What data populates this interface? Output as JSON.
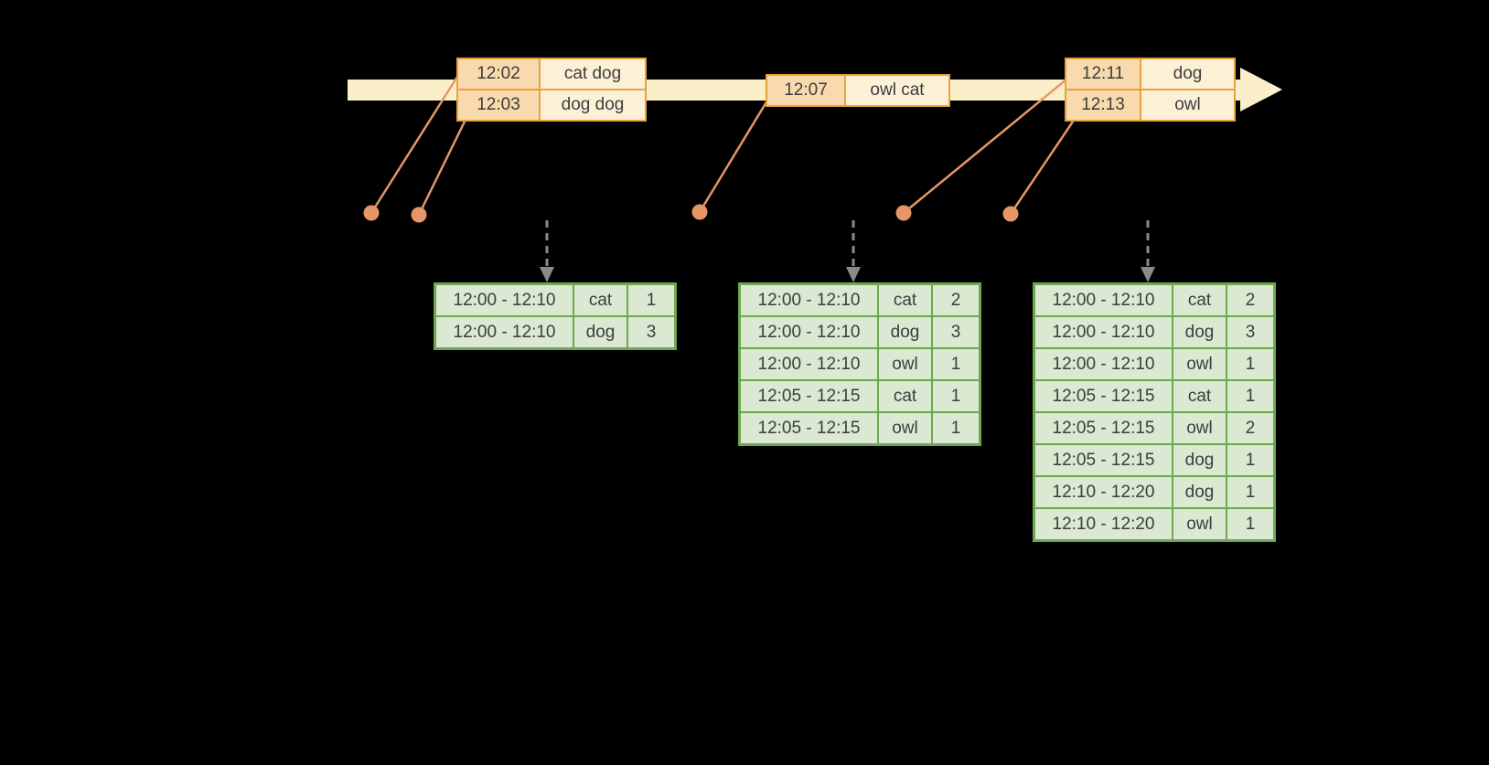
{
  "colors": {
    "background": "#000000",
    "timeline_fill": "#FBEFC9",
    "event_border": "#E7A33B",
    "event_time_fill": "#F9D9AE",
    "event_word_fill": "#FCF1D7",
    "connector": "#E59866",
    "dashed_arrow": "#8A8A8A",
    "result_border": "#6EA84E",
    "result_fill": "#DBE8D2",
    "table_text": "#3D3D3D"
  },
  "icons": {
    "timeline_arrow": "right-arrow",
    "trigger_arrow": "dashed-down-arrow",
    "event_dot": "filled-circle"
  },
  "events": [
    {
      "rows": [
        {
          "time": "12:02",
          "words": "cat dog"
        },
        {
          "time": "12:03",
          "words": "dog dog"
        }
      ]
    },
    {
      "rows": [
        {
          "time": "12:07",
          "words": "owl cat"
        }
      ]
    },
    {
      "rows": [
        {
          "time": "12:11",
          "words": "dog"
        },
        {
          "time": "12:13",
          "words": "owl"
        }
      ]
    }
  ],
  "results": [
    {
      "rows": [
        {
          "window": "12:00 - 12:10",
          "word": "cat",
          "count": "1"
        },
        {
          "window": "12:00 - 12:10",
          "word": "dog",
          "count": "3"
        }
      ]
    },
    {
      "rows": [
        {
          "window": "12:00 - 12:10",
          "word": "cat",
          "count": "2"
        },
        {
          "window": "12:00 - 12:10",
          "word": "dog",
          "count": "3"
        },
        {
          "window": "12:00 - 12:10",
          "word": "owl",
          "count": "1"
        },
        {
          "window": "12:05 - 12:15",
          "word": "cat",
          "count": "1"
        },
        {
          "window": "12:05 - 12:15",
          "word": "owl",
          "count": "1"
        }
      ]
    },
    {
      "rows": [
        {
          "window": "12:00 - 12:10",
          "word": "cat",
          "count": "2"
        },
        {
          "window": "12:00 - 12:10",
          "word": "dog",
          "count": "3"
        },
        {
          "window": "12:00 - 12:10",
          "word": "owl",
          "count": "1"
        },
        {
          "window": "12:05 - 12:15",
          "word": "cat",
          "count": "1"
        },
        {
          "window": "12:05 - 12:15",
          "word": "owl",
          "count": "2"
        },
        {
          "window": "12:05 - 12:15",
          "word": "dog",
          "count": "1"
        },
        {
          "window": "12:10 - 12:20",
          "word": "dog",
          "count": "1"
        },
        {
          "window": "12:10 - 12:20",
          "word": "owl",
          "count": "1"
        }
      ]
    }
  ]
}
